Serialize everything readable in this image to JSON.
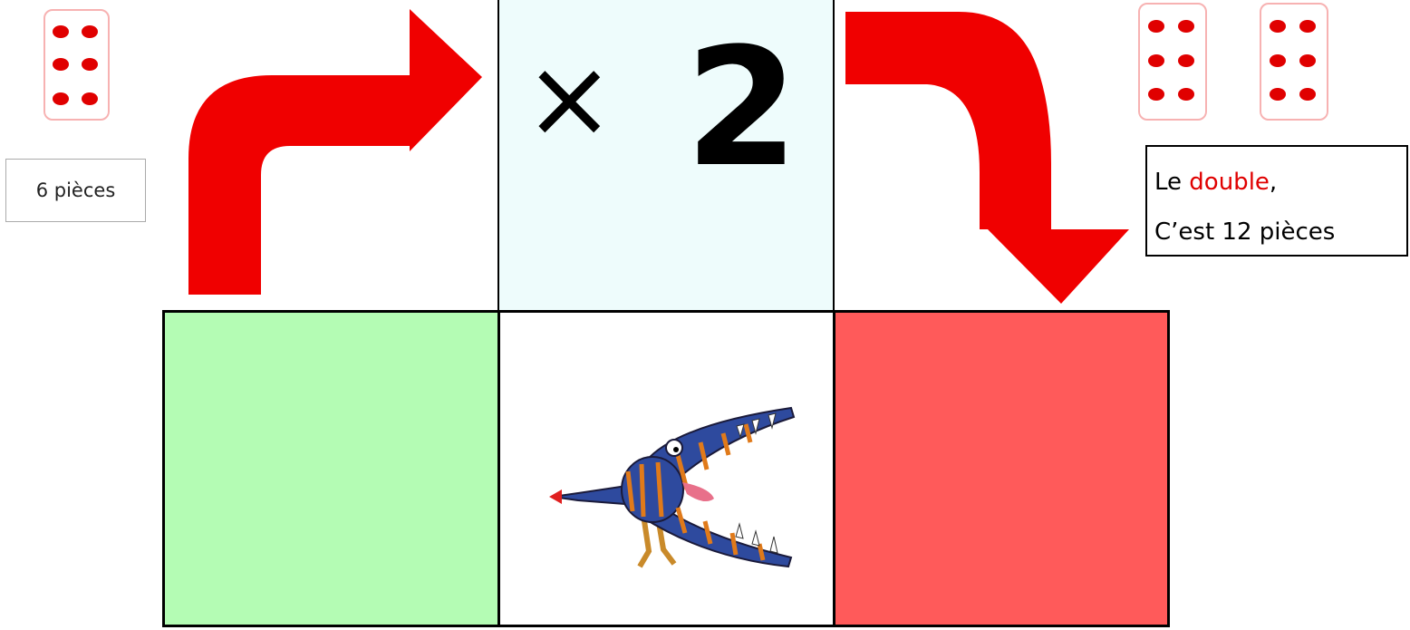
{
  "input": {
    "count_label": "6 pièces",
    "die_value": 6
  },
  "operation": {
    "symbol": "×",
    "factor": "2"
  },
  "output": {
    "line1_prefix": "Le ",
    "line1_highlight": "double",
    "line1_suffix": ",",
    "line2": "C’est 12 pièces",
    "dice_values": [
      6,
      6
    ]
  },
  "colors": {
    "arrow": "#f00000",
    "input_box": "#b4fcb4",
    "output_box": "#ff5a5a",
    "operation_box": "#eefcfc",
    "pip": "#e00000"
  },
  "illustration": {
    "icon": "monster-creature-icon"
  }
}
